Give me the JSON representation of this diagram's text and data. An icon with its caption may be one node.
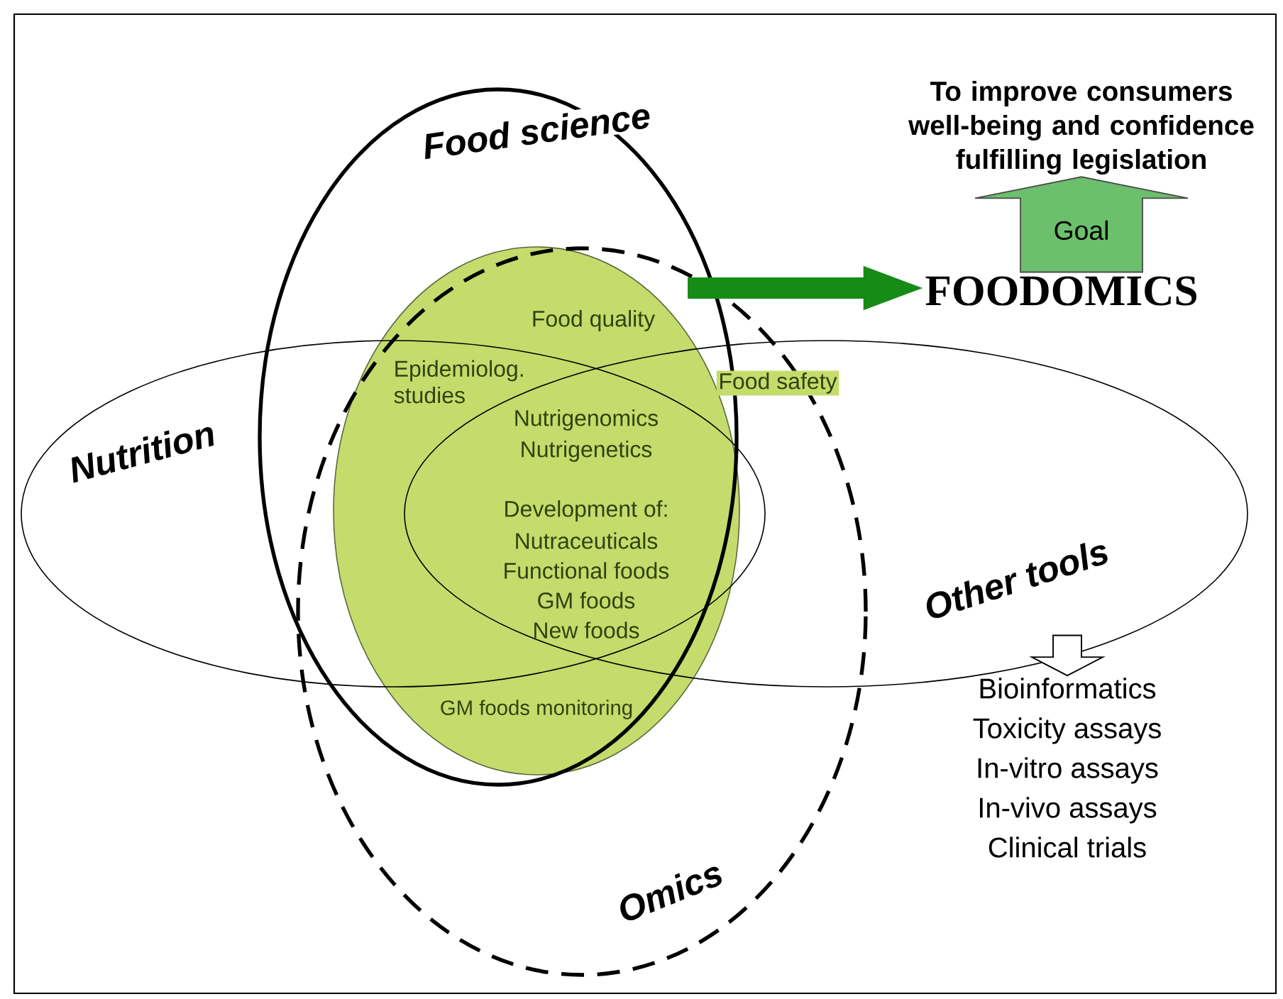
{
  "diagram": {
    "nodes": [
      {
        "text": [
          "Food science"
        ]
      },
      {
        "text": [
          "To improve consumers well-being and confidence fulfilling legislation"
        ]
      },
      {
        "text": [
          "FOODOMICS"
        ]
      },
      {
        "text": [
          "Nutrition"
        ]
      },
      {
        "text": [
          "Other tools"
        ]
      },
      {
        "text": [
          "Bioinformatics",
          "Toxicity assays",
          "In-vitro assays",
          "In-vivo assays",
          "Clinical trials"
        ]
      },
      {
        "text": [
          "Omics"
        ]
      }
    ],
    "edges": [
      {
        "from": null,
        "to": 2,
        "arrow": "to",
        "color": "#168c16"
      },
      {
        "from": 2,
        "to": 1,
        "arrow": "to",
        "label": "Goal",
        "color": "#6cbf6c"
      },
      {
        "from": 4,
        "to": 5,
        "arrow": "to"
      }
    ],
    "labels": [
      "Food quality",
      "Epidemiolog. studies",
      "Food safety",
      "Nutrigenomics",
      "Nutrigenetics",
      "Development of:",
      "Nutraceuticals",
      "Functional foods",
      "GM foods",
      "New foods",
      "GM foods monitoring"
    ]
  }
}
